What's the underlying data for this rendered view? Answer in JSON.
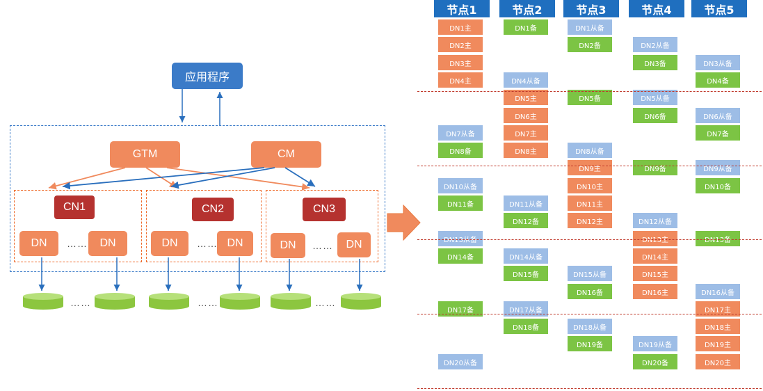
{
  "left_diagram": {
    "app_label": "应用程序",
    "gtm_label": "GTM",
    "cm_label": "CM",
    "groups": [
      {
        "cn_label": "CN1",
        "dn_left": "DN",
        "dn_right": "DN",
        "dots": "……"
      },
      {
        "cn_label": "CN2",
        "dn_left": "DN",
        "dn_right": "DN",
        "dots": "……"
      },
      {
        "cn_label": "CN3",
        "dn_left": "DN",
        "dn_right": "DN",
        "dots": "……"
      }
    ],
    "disk_dots": [
      "……",
      "……",
      "……"
    ]
  },
  "colors": {
    "blue": "#3b7bc8",
    "orange": "#f08a5d",
    "dark_red": "#b5322f",
    "green": "#7cc444",
    "light_blue": "#9dbde6",
    "header_blue": "#1f6fbf",
    "divider_red": "#c0392b"
  },
  "nodes": [
    "节点1",
    "节点2",
    "节点3",
    "节点4",
    "节点5"
  ],
  "rows": [
    [
      "DN1主",
      "DN1备",
      "DN1从备",
      "",
      ""
    ],
    [
      "DN2主",
      "",
      "DN2备",
      "DN2从备",
      ""
    ],
    [
      "DN3主",
      "",
      "",
      "DN3备",
      "DN3从备"
    ],
    [
      "DN4主",
      "DN4从备",
      "",
      "",
      "DN4备"
    ],
    [
      "",
      "DN5主",
      "DN5备",
      "DN5从备",
      ""
    ],
    [
      "",
      "DN6主",
      "",
      "DN6备",
      "DN6从备"
    ],
    [
      "DN7从备",
      "DN7主",
      "",
      "",
      "DN7备"
    ],
    [
      "DN8备",
      "DN8主",
      "DN8从备",
      "",
      ""
    ],
    [
      "",
      "",
      "DN9主",
      "DN9备",
      "DN9从备"
    ],
    [
      "DN10从备",
      "",
      "DN10主",
      "",
      "DN10备"
    ],
    [
      "DN11备",
      "DN11从备",
      "DN11主",
      "",
      ""
    ],
    [
      "",
      "DN12备",
      "DN12主",
      "DN12从备",
      ""
    ],
    [
      "DN13从备",
      "",
      "",
      "DN13主",
      "DN13备"
    ],
    [
      "DN14备",
      "DN14从备",
      "",
      "DN14主",
      ""
    ],
    [
      "",
      "DN15备",
      "DN15从备",
      "DN15主",
      ""
    ],
    [
      "",
      "",
      "DN16备",
      "DN16主",
      "DN16从备"
    ],
    [
      "DN17备",
      "DN17从备",
      "",
      "",
      "DN17主"
    ],
    [
      "",
      "DN18备",
      "DN18从备",
      "",
      "DN18主"
    ],
    [
      "",
      "",
      "DN19备",
      "DN19从备",
      "DN19主"
    ],
    [
      "DN20从备",
      "",
      "",
      "DN20备",
      "DN20主"
    ]
  ]
}
